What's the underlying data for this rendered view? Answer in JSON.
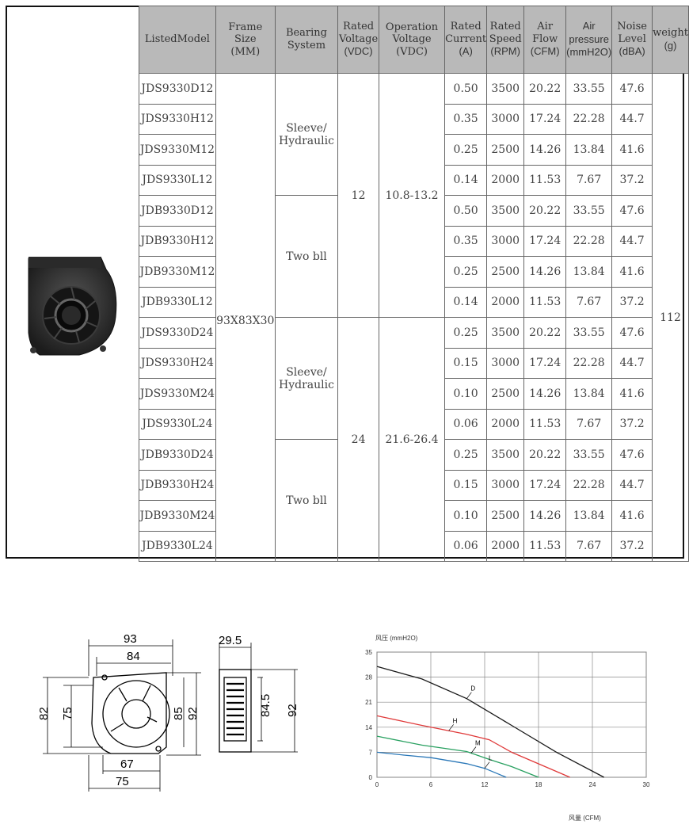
{
  "headers": {
    "model": "ListedModel",
    "frame": [
      "Frame Size",
      "(MM)"
    ],
    "bearing": [
      "Bearing",
      "System"
    ],
    "voltage": [
      "Rated",
      "Voltage",
      "(VDC)"
    ],
    "operation": [
      "Operation",
      "Voltage (VDC)"
    ],
    "current": [
      "Rated",
      "Current",
      "(A)"
    ],
    "speed": [
      "Rated",
      "Speed",
      "(RPM)"
    ],
    "airflow": [
      "Air Flow",
      "(CFM)"
    ],
    "pressure": [
      "Air",
      "pressure",
      "(mmH2O)"
    ],
    "noise": [
      "Noise",
      "Level",
      "(dBA)"
    ],
    "weight": [
      "weight",
      "(g)"
    ]
  },
  "rows": [
    {
      "model": "JDS9330D12",
      "current": "0.50",
      "speed": "3500",
      "airflow": "20.22",
      "pressure": "33.55",
      "noise": "47.6"
    },
    {
      "model": "JDS9330H12",
      "current": "0.35",
      "speed": "3000",
      "airflow": "17.24",
      "pressure": "22.28",
      "noise": "44.7"
    },
    {
      "model": "JDS9330M12",
      "current": "0.25",
      "speed": "2500",
      "airflow": "14.26",
      "pressure": "13.84",
      "noise": "41.6"
    },
    {
      "model": "JDS9330L12",
      "current": "0.14",
      "speed": "2000",
      "airflow": "11.53",
      "pressure": "7.67",
      "noise": "37.2"
    },
    {
      "model": "JDB9330D12",
      "current": "0.50",
      "speed": "3500",
      "airflow": "20.22",
      "pressure": "33.55",
      "noise": "47.6"
    },
    {
      "model": "JDB9330H12",
      "current": "0.35",
      "speed": "3000",
      "airflow": "17.24",
      "pressure": "22.28",
      "noise": "44.7"
    },
    {
      "model": "JDB9330M12",
      "current": "0.25",
      "speed": "2500",
      "airflow": "14.26",
      "pressure": "13.84",
      "noise": "41.6"
    },
    {
      "model": "JDB9330L12",
      "current": "0.14",
      "speed": "2000",
      "airflow": "11.53",
      "pressure": "7.67",
      "noise": "37.2"
    },
    {
      "model": "JDS9330D24",
      "current": "0.25",
      "speed": "3500",
      "airflow": "20.22",
      "pressure": "33.55",
      "noise": "47.6"
    },
    {
      "model": "JDS9330H24",
      "current": "0.15",
      "speed": "3000",
      "airflow": "17.24",
      "pressure": "22.28",
      "noise": "44.7"
    },
    {
      "model": "JDS9330M24",
      "current": "0.10",
      "speed": "2500",
      "airflow": "14.26",
      "pressure": "13.84",
      "noise": "41.6"
    },
    {
      "model": "JDS9330L24",
      "current": "0.06",
      "speed": "2000",
      "airflow": "11.53",
      "pressure": "7.67",
      "noise": "37.2"
    },
    {
      "model": "JDB9330D24",
      "current": "0.25",
      "speed": "3500",
      "airflow": "20.22",
      "pressure": "33.55",
      "noise": "47.6"
    },
    {
      "model": "JDB9330H24",
      "current": "0.15",
      "speed": "3000",
      "airflow": "17.24",
      "pressure": "22.28",
      "noise": "44.7"
    },
    {
      "model": "JDB9330M24",
      "current": "0.10",
      "speed": "2500",
      "airflow": "14.26",
      "pressure": "13.84",
      "noise": "41.6"
    },
    {
      "model": "JDB9330L24",
      "current": "0.06",
      "speed": "2000",
      "airflow": "11.53",
      "pressure": "7.67",
      "noise": "37.2"
    }
  ],
  "frame_size": "93X83X30",
  "bearings": [
    "Sleeve/\nHydraulic",
    "Two bll",
    "Sleeve/\nHydraulic",
    "Two bll"
  ],
  "voltages": [
    "12",
    "24"
  ],
  "operation_ranges": [
    "10.8-13.2",
    "21.6-26.4"
  ],
  "weight": "112",
  "dimensions": {
    "front": {
      "width": "93",
      "inner_width": "84",
      "height": "82",
      "inner_height": "75",
      "side_a": "85",
      "side_b": "92",
      "bottom_a": "67",
      "bottom_b": "75"
    },
    "side": {
      "thickness": "29.5",
      "height_a": "84.5",
      "height_b": "92"
    }
  },
  "chart_data": {
    "type": "line",
    "ylabel": "风压 (mmH2O)",
    "xlabel": "风量 (CFM)",
    "xlim": [
      0,
      30
    ],
    "ylim": [
      0,
      35
    ],
    "xticks": [
      "0",
      "6",
      "12",
      "18",
      "24",
      "30"
    ],
    "yticks": [
      "0",
      "7",
      "14",
      "21",
      "28",
      "35"
    ],
    "grid": true,
    "series": [
      {
        "name": "D",
        "color": "#1a1a1a",
        "points": [
          [
            0,
            31
          ],
          [
            5,
            27.5
          ],
          [
            10,
            22
          ],
          [
            15,
            14.5
          ],
          [
            20,
            7
          ],
          [
            25.3,
            0
          ]
        ]
      },
      {
        "name": "H",
        "color": "#e03a3a",
        "points": [
          [
            0,
            17.2
          ],
          [
            5,
            14.5
          ],
          [
            10,
            12
          ],
          [
            12.5,
            10.5
          ],
          [
            15,
            7
          ],
          [
            21.5,
            0
          ]
        ]
      },
      {
        "name": "M",
        "color": "#28a060",
        "points": [
          [
            0,
            11.5
          ],
          [
            5,
            9
          ],
          [
            10,
            7.2
          ],
          [
            12.5,
            5
          ],
          [
            15,
            3
          ],
          [
            18,
            0
          ]
        ]
      },
      {
        "name": "L",
        "color": "#2b78b8",
        "points": [
          [
            0,
            7
          ],
          [
            3,
            6.2
          ],
          [
            6,
            5.5
          ],
          [
            10,
            3.8
          ],
          [
            12,
            2.5
          ],
          [
            14.4,
            0
          ]
        ]
      }
    ]
  }
}
